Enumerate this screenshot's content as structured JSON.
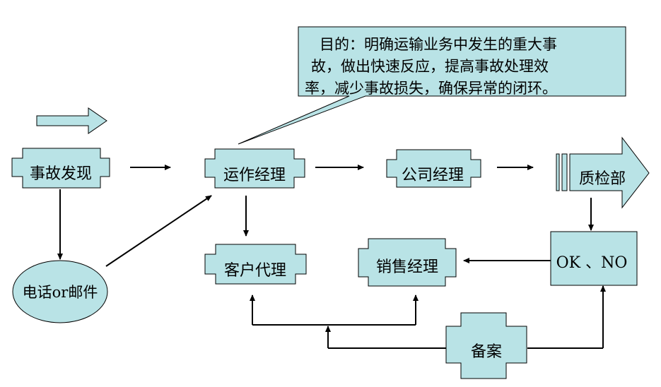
{
  "callout": {
    "lines": [
      "目的：明确运输业务中发生的重大事",
      "故，做出快速反应，提高事故处理效",
      "率，减少事故损失，确保异常的闭环。"
    ]
  },
  "nodes": {
    "accident_discovery": "事故发现",
    "operations_manager": "运作经理",
    "company_manager": "公司经理",
    "quality_dept": "质检部",
    "phone_or_mail": "电话or邮件",
    "customer_agent": "客户代理",
    "sales_manager": "销售经理",
    "ok_no": "OK 、NO",
    "filing": "备案"
  },
  "colors": {
    "node_fill": "#b9e3e6",
    "stroke": "#000000"
  }
}
